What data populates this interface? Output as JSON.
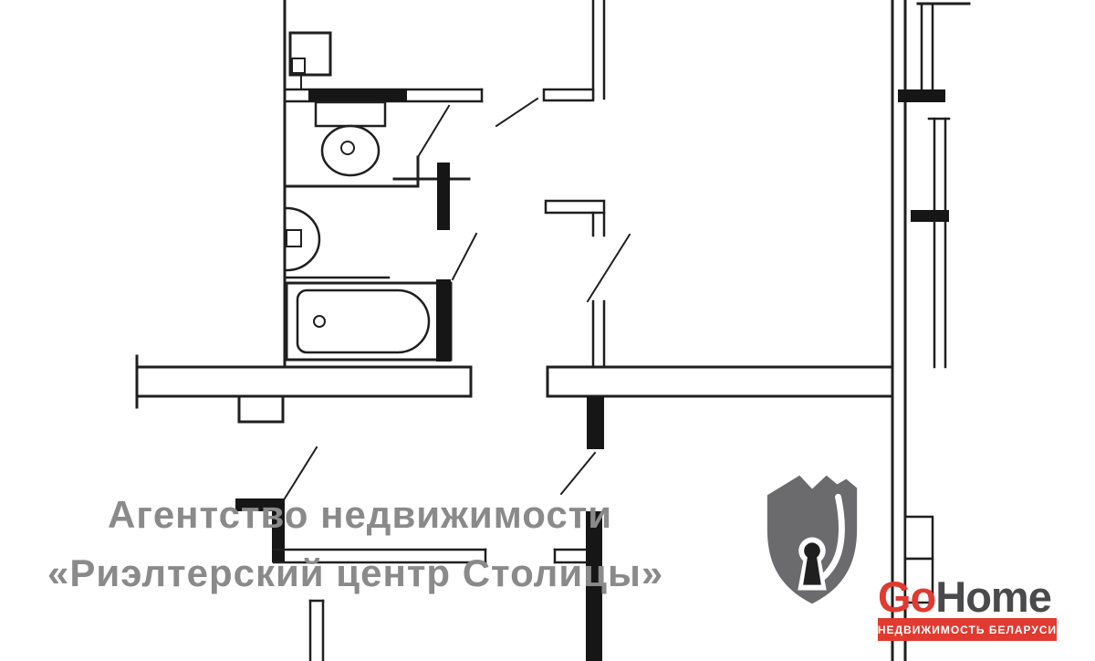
{
  "watermark": {
    "line1": "Агентство недвижимости",
    "line2": "«Риэлтерский центр Столицы»",
    "color": "#8a8a8a"
  },
  "brand": {
    "name_go": "Go",
    "name_home": "Home",
    "tagline": "НЕДВИЖИМОСТЬ БЕЛАРУСИ",
    "accent_color": "#e13a30",
    "home_text_color": "#4a4a4c",
    "shield_color": "#6b6b6d"
  },
  "floor_plan": {
    "type": "apartment-floor-plan-line-drawing",
    "fixtures": [
      "water-heater",
      "toilet",
      "corner-sink",
      "bathtub",
      "pipe-chase",
      "windows",
      "door-swings"
    ]
  }
}
